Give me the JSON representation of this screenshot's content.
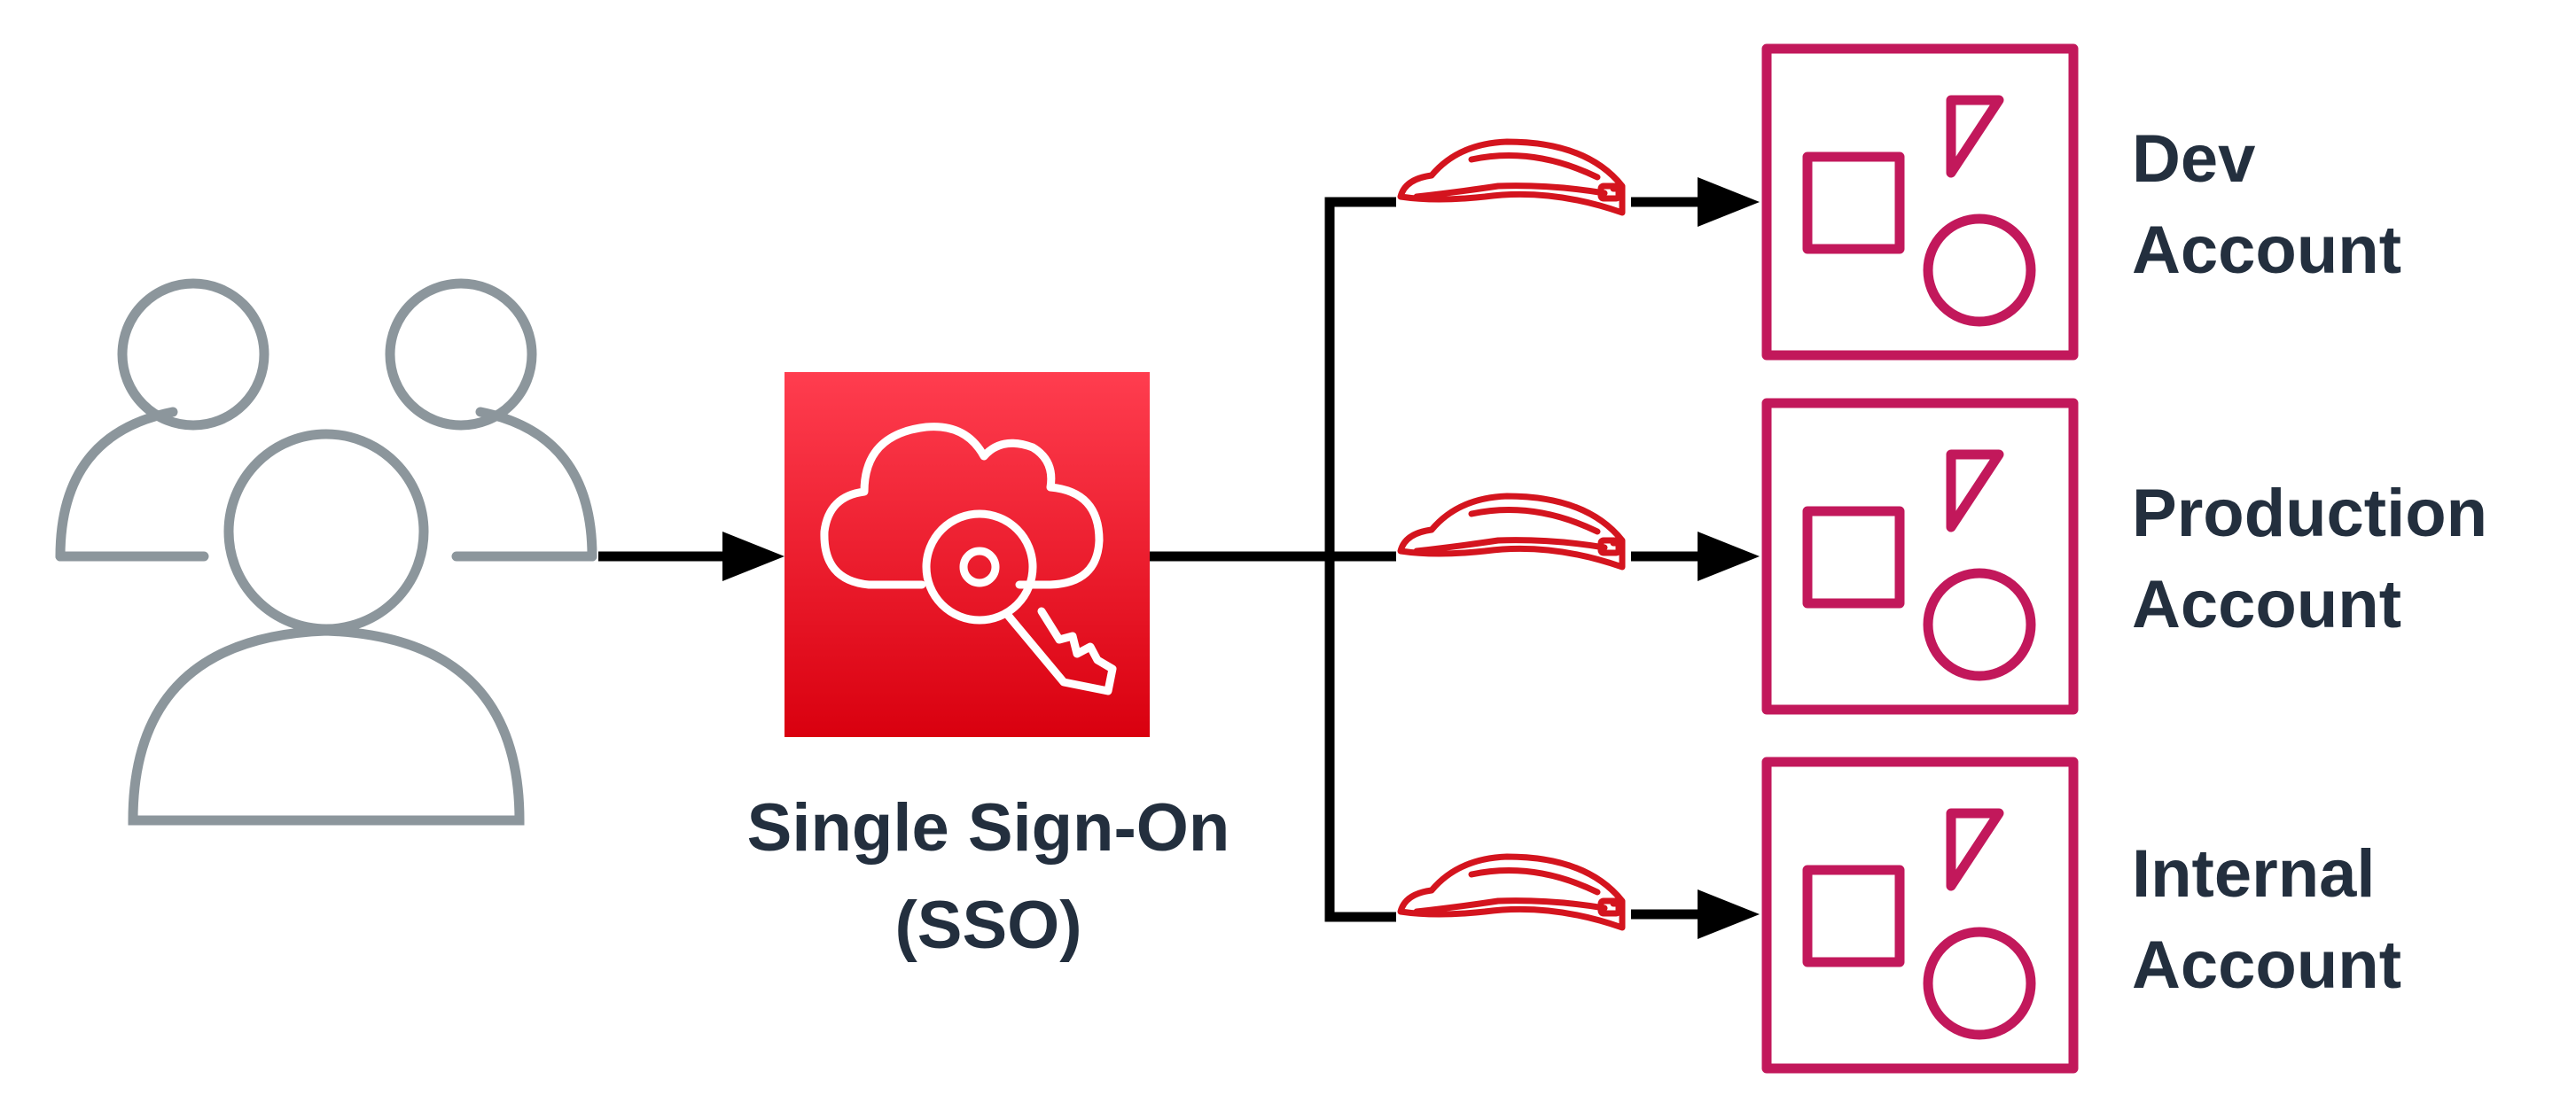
{
  "colors": {
    "users": "#8c969c",
    "sso_top": "#ff3d4f",
    "sso_bottom": "#d9000f",
    "role": "#d4141e",
    "account": "#c2185b",
    "connector": "#000000",
    "text": "#232f3e"
  },
  "sso": {
    "label_line1": "Single Sign-On",
    "label_line2": "(SSO)",
    "icon": "cloud-key-icon"
  },
  "users_icon": "users-group-icon",
  "role_icon": "hard-hat-icon",
  "account_icon": "account-shapes-icon",
  "accounts": [
    {
      "line1": "Dev",
      "line2": "Account"
    },
    {
      "line1": "Production",
      "line2": "Account"
    },
    {
      "line1": "Internal",
      "line2": "Account"
    }
  ]
}
